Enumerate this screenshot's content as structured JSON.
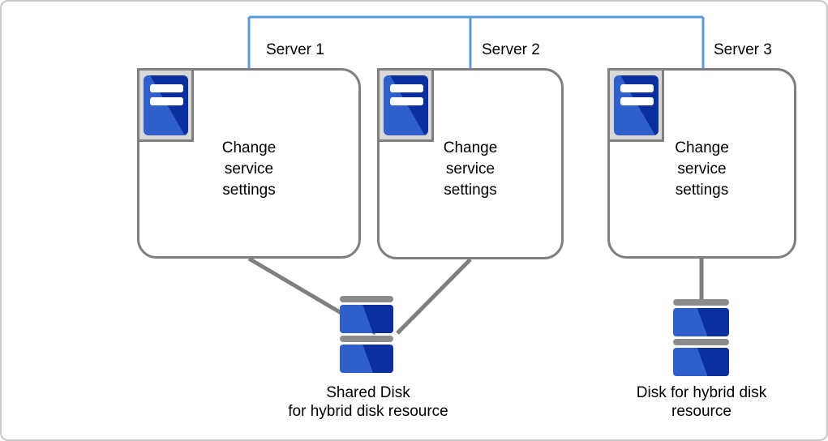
{
  "figure": {
    "servers": [
      {
        "label": "Server 1",
        "body": "Change\nservice\nsettings"
      },
      {
        "label": "Server 2",
        "body": "Change\nservice\nsettings"
      },
      {
        "label": "Server 3",
        "body": "Change\nservice\nsettings"
      }
    ],
    "disks": [
      {
        "label": "Shared Disk\nfor hybrid disk resource"
      },
      {
        "label": "Disk for hybrid disk\nresource"
      }
    ],
    "colors": {
      "network_line": "#5B9BD5",
      "connector_line": "#7F7F7F",
      "box_border": "#7F7F7F",
      "icon_frame": "#D8D8D8",
      "icon_blue_light": "#2E5FCB",
      "icon_blue_dark": "#0B2F9C",
      "disk_cap": "#8C8C8C"
    }
  }
}
